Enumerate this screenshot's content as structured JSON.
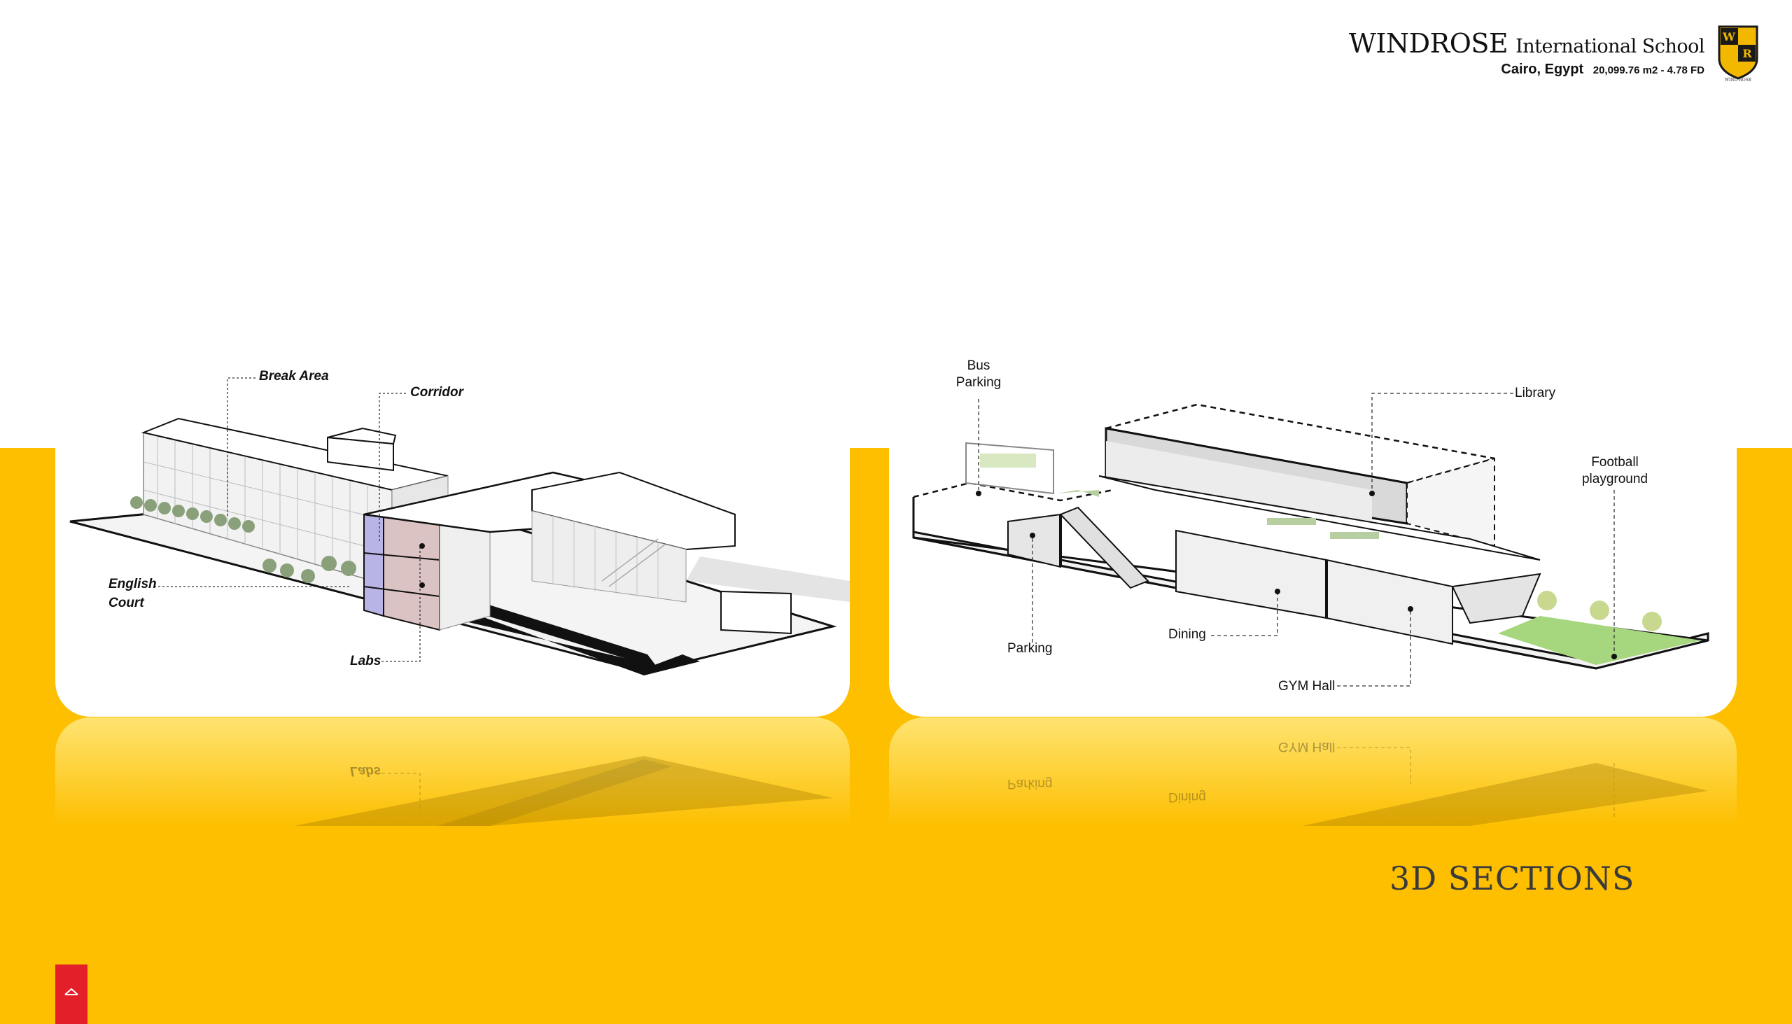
{
  "header": {
    "school_name": "WINDROSE",
    "school_suffix": "International School",
    "location": "Cairo, Egypt",
    "area": "20,099.76 m2  - 4.78 FD",
    "logo_letters": [
      "W",
      "R"
    ],
    "logo_caption": "WIND ROSE"
  },
  "left_section": {
    "labels": {
      "break_area": "Break Area",
      "corridor": "Corridor",
      "english_court_line1": "English",
      "english_court_line2": "Court",
      "labs": "Labs"
    },
    "reflected_label": "Labs"
  },
  "right_section": {
    "labels": {
      "bus_parking_line1": "Bus",
      "bus_parking_line2": "Parking",
      "library": "Library",
      "football_line1": "Football",
      "football_line2": "playground",
      "parking": "Parking",
      "dining": "Dining",
      "gym_hall": "GYM Hall"
    },
    "reflected_labels": [
      "GYM Hall",
      "Parking",
      "Dining"
    ]
  },
  "page_title": "3D SECTIONS",
  "nav": {
    "up_icon": "chevron-up-icon"
  },
  "colors": {
    "background_band": "#fdbf00",
    "accent_red": "#e3202a",
    "corridor_highlight": "#b9b4e6",
    "labs_highlight": "#dcc3c3"
  }
}
